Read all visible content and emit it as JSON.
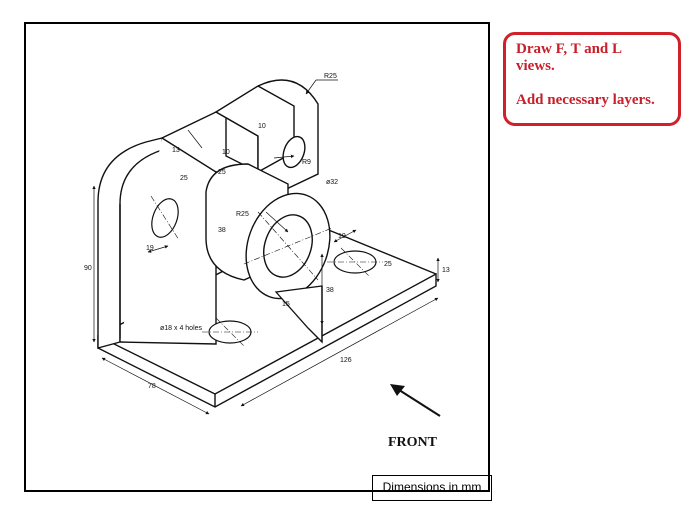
{
  "note": {
    "line1": "Draw F, T and L",
    "line2": "views.",
    "line3": "Add necessary layers."
  },
  "drawing": {
    "front_label": "FRONT",
    "units_label": "Dimensions in mm",
    "dims": {
      "r25_top": "R25",
      "d10_a": "10",
      "d10_b": "10",
      "r9": "R9",
      "d13_top": "13",
      "d25_upper": "25",
      "d25_mid": "25",
      "dia32": "ø32",
      "r25_cyl": "R25",
      "d38_cyl": "38",
      "d19_left": "19",
      "d19_right": "19",
      "d25_right": "25",
      "d13_base": "13",
      "d90": "90",
      "d38_rib": "38",
      "d15": "15",
      "holes": "ø18 x 4 holes",
      "d126": "126",
      "d78": "78"
    }
  }
}
